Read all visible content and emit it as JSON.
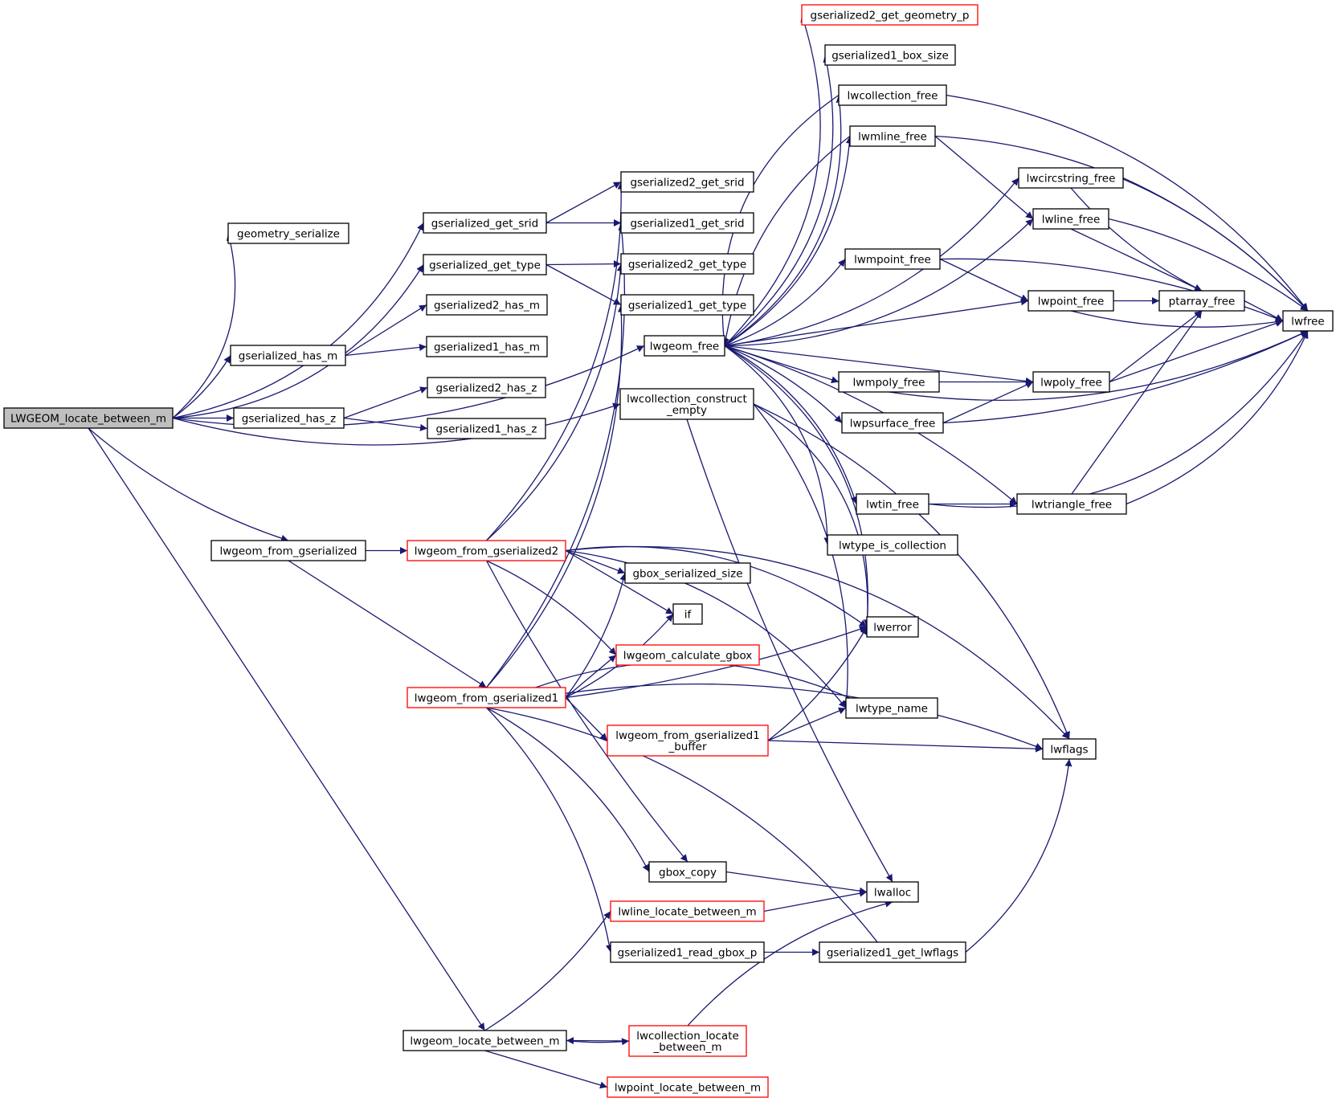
{
  "nodes": [
    {
      "id": "root",
      "lines": [
        "LWGEOM_locate_between_m"
      ]
    },
    {
      "id": "geometry_serialize",
      "lines": [
        "geometry_serialize"
      ]
    },
    {
      "id": "gserialized_get_srid",
      "lines": [
        "gserialized_get_srid"
      ]
    },
    {
      "id": "gserialized_get_type",
      "lines": [
        "gserialized_get_type"
      ]
    },
    {
      "id": "gserialized_has_m",
      "lines": [
        "gserialized_has_m"
      ]
    },
    {
      "id": "gserialized_has_z",
      "lines": [
        "gserialized_has_z"
      ]
    },
    {
      "id": "lwgeom_from_gserialized",
      "lines": [
        "lwgeom_from_gserialized"
      ]
    },
    {
      "id": "lwgeom_locate_between_m",
      "lines": [
        "lwgeom_locate_between_m"
      ]
    },
    {
      "id": "gserialized2_get_srid",
      "lines": [
        "gserialized2_get_srid"
      ]
    },
    {
      "id": "gserialized1_get_srid",
      "lines": [
        "gserialized1_get_srid"
      ]
    },
    {
      "id": "gserialized2_get_type",
      "lines": [
        "gserialized2_get_type"
      ]
    },
    {
      "id": "gserialized1_get_type",
      "lines": [
        "gserialized1_get_type"
      ]
    },
    {
      "id": "gserialized2_has_m",
      "lines": [
        "gserialized2_has_m"
      ]
    },
    {
      "id": "gserialized1_has_m",
      "lines": [
        "gserialized1_has_m"
      ]
    },
    {
      "id": "gserialized2_has_z",
      "lines": [
        "gserialized2_has_z"
      ]
    },
    {
      "id": "gserialized1_has_z",
      "lines": [
        "gserialized1_has_z"
      ]
    },
    {
      "id": "lwgeom_free",
      "lines": [
        "lwgeom_free"
      ]
    },
    {
      "id": "lwcollection_construct_empty",
      "lines": [
        "lwcollection_construct",
        "_empty"
      ]
    },
    {
      "id": "lwgeom_from_gserialized2",
      "lines": [
        "lwgeom_from_gserialized2"
      ]
    },
    {
      "id": "lwgeom_from_gserialized1",
      "lines": [
        "lwgeom_from_gserialized1"
      ]
    },
    {
      "id": "gbox_serialized_size",
      "lines": [
        "gbox_serialized_size"
      ]
    },
    {
      "id": "if",
      "lines": [
        "if"
      ]
    },
    {
      "id": "lwgeom_calculate_gbox",
      "lines": [
        "lwgeom_calculate_gbox"
      ]
    },
    {
      "id": "lwgeom_from_gserialized1_buffer",
      "lines": [
        "lwgeom_from_gserialized1",
        "_buffer"
      ]
    },
    {
      "id": "gbox_copy",
      "lines": [
        "gbox_copy"
      ]
    },
    {
      "id": "lwline_locate_between_m",
      "lines": [
        "lwline_locate_between_m"
      ]
    },
    {
      "id": "gserialized1_read_gbox_p",
      "lines": [
        "gserialized1_read_gbox_p"
      ]
    },
    {
      "id": "lwcollection_locate_between_m",
      "lines": [
        "lwcollection_locate",
        "_between_m"
      ]
    },
    {
      "id": "lwpoint_locate_between_m",
      "lines": [
        "lwpoint_locate_between_m"
      ]
    },
    {
      "id": "gserialized2_get_geometry_p",
      "lines": [
        "gserialized2_get_geometry_p"
      ]
    },
    {
      "id": "gserialized1_box_size",
      "lines": [
        "gserialized1_box_size"
      ]
    },
    {
      "id": "lwcollection_free",
      "lines": [
        "lwcollection_free"
      ]
    },
    {
      "id": "lwmline_free",
      "lines": [
        "lwmline_free"
      ]
    },
    {
      "id": "lwmpoint_free",
      "lines": [
        "lwmpoint_free"
      ]
    },
    {
      "id": "lwmpoly_free",
      "lines": [
        "lwmpoly_free"
      ]
    },
    {
      "id": "lwpsurface_free",
      "lines": [
        "lwpsurface_free"
      ]
    },
    {
      "id": "lwtin_free",
      "lines": [
        "lwtin_free"
      ]
    },
    {
      "id": "lwtype_is_collection",
      "lines": [
        "lwtype_is_collection"
      ]
    },
    {
      "id": "lwerror",
      "lines": [
        "lwerror"
      ]
    },
    {
      "id": "lwtype_name",
      "lines": [
        "lwtype_name"
      ]
    },
    {
      "id": "lwalloc",
      "lines": [
        "lwalloc"
      ]
    },
    {
      "id": "gserialized1_get_lwflags",
      "lines": [
        "gserialized1_get_lwflags"
      ]
    },
    {
      "id": "lwcircstring_free",
      "lines": [
        "lwcircstring_free"
      ]
    },
    {
      "id": "lwline_free",
      "lines": [
        "lwline_free"
      ]
    },
    {
      "id": "lwpoint_free",
      "lines": [
        "lwpoint_free"
      ]
    },
    {
      "id": "lwpoly_free",
      "lines": [
        "lwpoly_free"
      ]
    },
    {
      "id": "lwtriangle_free",
      "lines": [
        "lwtriangle_free"
      ]
    },
    {
      "id": "lwflags",
      "lines": [
        "lwflags"
      ]
    },
    {
      "id": "ptarray_free",
      "lines": [
        "ptarray_free"
      ]
    },
    {
      "id": "lwfree",
      "lines": [
        "lwfree"
      ]
    }
  ],
  "colors": {
    "edge": "#191970",
    "border": "#000000",
    "highlight_border": "#ff0000",
    "root_fill": "#bfbfbf"
  }
}
